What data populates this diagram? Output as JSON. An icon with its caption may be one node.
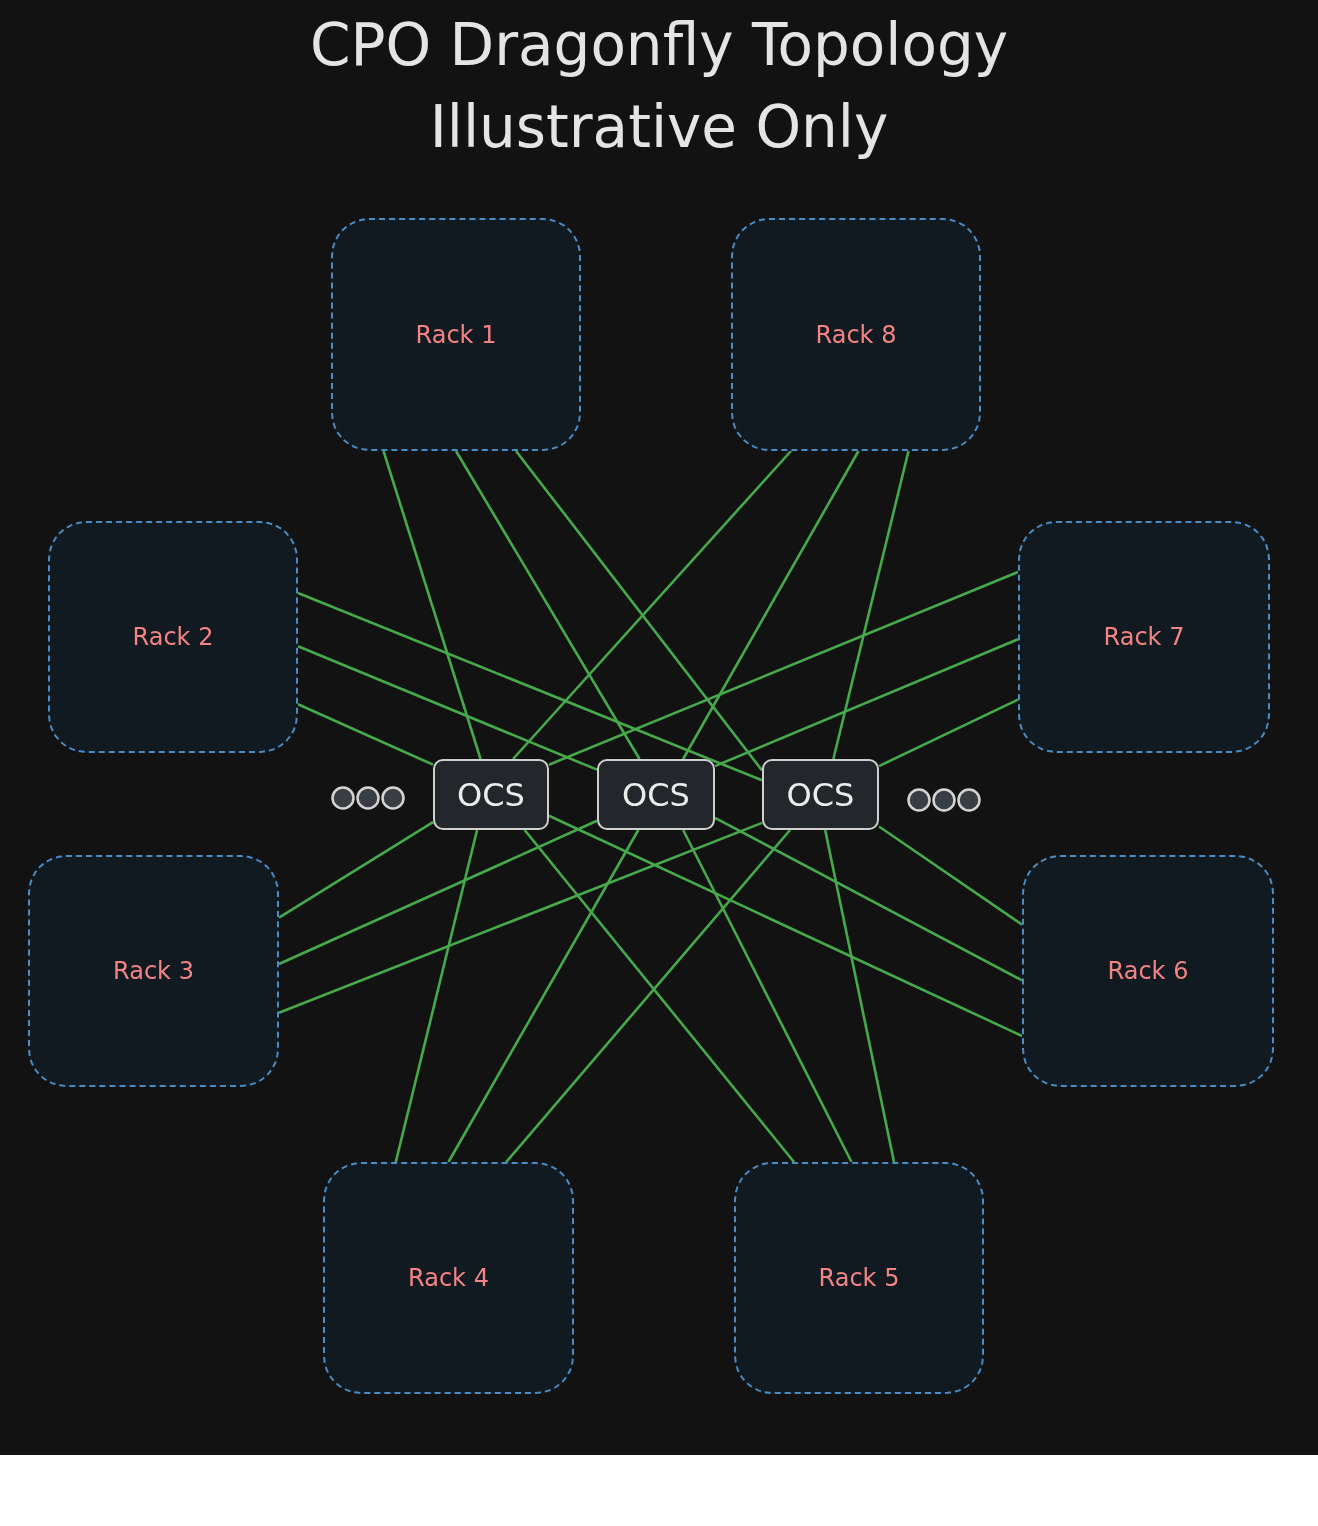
{
  "diagram": {
    "title": "CPO Dragonfly Topology Illustrative Only",
    "nodes": [
      {
        "text": [
          "Rack 1"
        ]
      },
      {
        "text": [
          "Rack 8"
        ]
      },
      {
        "text": [
          "Rack 2"
        ]
      },
      {
        "text": [
          "Rack 7"
        ]
      },
      {
        "text": [
          "OCS"
        ]
      },
      {
        "text": [
          "OCS"
        ]
      },
      {
        "text": [
          "OCS"
        ]
      },
      {
        "text": [
          "Rack 3"
        ]
      },
      {
        "text": [
          "Rack 6"
        ]
      },
      {
        "text": [
          "Rack 4"
        ]
      },
      {
        "text": [
          "Rack 5"
        ]
      }
    ],
    "edges": [
      {
        "from": 0,
        "to": 4,
        "arrow": "none"
      },
      {
        "from": 0,
        "to": 5,
        "arrow": "none"
      },
      {
        "from": 0,
        "to": 6,
        "arrow": "none"
      },
      {
        "from": 1,
        "to": 4,
        "arrow": "none"
      },
      {
        "from": 1,
        "to": 5,
        "arrow": "none"
      },
      {
        "from": 1,
        "to": 6,
        "arrow": "none"
      },
      {
        "from": 2,
        "to": 4,
        "arrow": "none"
      },
      {
        "from": 2,
        "to": 5,
        "arrow": "none"
      },
      {
        "from": 2,
        "to": 6,
        "arrow": "none"
      },
      {
        "from": 3,
        "to": 4,
        "arrow": "none"
      },
      {
        "from": 3,
        "to": 5,
        "arrow": "none"
      },
      {
        "from": 3,
        "to": 6,
        "arrow": "none"
      },
      {
        "from": 7,
        "to": 4,
        "arrow": "none"
      },
      {
        "from": 7,
        "to": 5,
        "arrow": "none"
      },
      {
        "from": 7,
        "to": 6,
        "arrow": "none"
      },
      {
        "from": 8,
        "to": 4,
        "arrow": "none"
      },
      {
        "from": 8,
        "to": 5,
        "arrow": "none"
      },
      {
        "from": 8,
        "to": 6,
        "arrow": "none"
      },
      {
        "from": 9,
        "to": 4,
        "arrow": "none"
      },
      {
        "from": 9,
        "to": 5,
        "arrow": "none"
      },
      {
        "from": 9,
        "to": 6,
        "arrow": "none"
      },
      {
        "from": 10,
        "to": 4,
        "arrow": "none"
      },
      {
        "from": 10,
        "to": 5,
        "arrow": "none"
      },
      {
        "from": 10,
        "to": 6,
        "arrow": "none"
      }
    ]
  }
}
